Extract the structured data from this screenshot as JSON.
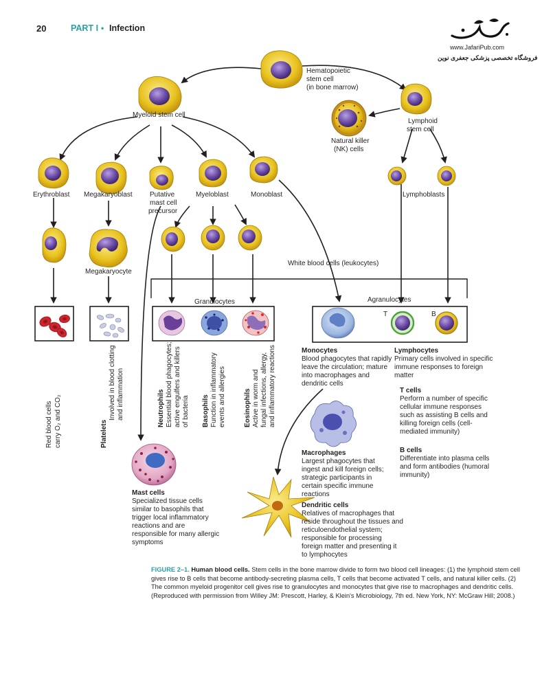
{
  "header": {
    "page_number": "20",
    "part": "PART I",
    "bullet": "•",
    "chapter": "Infection",
    "logo_url": "www.JafariPub.com",
    "logo_tagline": "فروشگاه تخصصی پزشکی جعفری نوین"
  },
  "labels": {
    "hsc_1": "Hematopoietic",
    "hsc_2": "stem cell",
    "hsc_3": "(in bone marrow)",
    "myeloid_stem": "Myeloid stem cell",
    "lymphoid_1": "Lymphoid",
    "lymphoid_2": "stem cell",
    "nk_1": "Natural killer",
    "nk_2": "(NK) cells",
    "erythroblast": "Erythroblast",
    "megakaryoblast": "Megakaryoblast",
    "mast_prec_1": "Putative",
    "mast_prec_2": "mast cell",
    "mast_prec_3": "precursor",
    "myeloblast": "Myeloblast",
    "monoblast": "Monoblast",
    "lymphoblasts": "Lymphoblasts",
    "megakaryocyte": "Megakaryocyte",
    "wbc": "White blood cells (leukocytes)",
    "granulocytes": "Granulocytes",
    "agranulocytes": "Agranulocytes",
    "t_mark": "T",
    "b_mark": "B"
  },
  "vertical": {
    "rbc_1": "Red blood cells",
    "rbc_2": "carry O₂ and CO₂",
    "platelets_title": "Platelets",
    "platelets_1": "Involved in blood clotting",
    "platelets_2": "and inflammation",
    "neutro_title": "Neutrophils",
    "neutro_1": "Essential blood phagocytes;",
    "neutro_2": "active engulfers and killers",
    "neutro_3": "of bacteria",
    "baso_title": "Basophils",
    "baso_1": "Function in inflammatory",
    "baso_2": "events and allergies",
    "eosino_title": "Eosinophils",
    "eosino_1": "Active in worm and",
    "eosino_2": "fungal infections, allergy,",
    "eosino_3": "and inflammatory reactions"
  },
  "descriptions": {
    "monocytes_title": "Monocytes",
    "monocytes_text": "Blood phagocytes that rapidly leave the circulation; mature into macrophages and dendritic cells",
    "lymphocytes_title": "Lymphocytes",
    "lymphocytes_text": "Primary cells involved in specific immune responses to foreign matter",
    "tcells_title": "T cells",
    "tcells_text": "Perform a number of specific cellular immune responses such as assisting B cells and killing foreign cells (cell-mediated immunity)",
    "bcells_title": "B cells",
    "bcells_text": "Differentiate into plasma cells and form antibodies (humoral immunity)",
    "macrophages_title": "Macrophages",
    "macrophages_text": "Largest phagocytes that ingest and kill foreign cells; strategic participants in certain specific immune reactions",
    "dendritic_title": "Dendritic cells",
    "dendritic_text": "Relatives of macrophages that reside throughout the tissues and reticuloendothelial system; responsible for processing foreign matter and presenting it to lymphocytes",
    "mast_title": "Mast cells",
    "mast_text": "Specialized tissue cells similar to basophils that trigger local inflammatory reactions and are responsible for many allergic symptoms"
  },
  "caption": {
    "label": "FIGURE 2–1.",
    "title": "Human blood cells.",
    "text": "Stem cells in the bone marrow divide to form two blood cell lineages: (1) the lymphoid stem cell gives rise to B cells that become antibody-secreting plasma cells, T cells that become activated T cells, and natural killer cells. (2) The common myeloid progenitor cell gives rise to granulocytes and monocytes that give rise to macrophages and dendritic cells. (Reproduced with permission from Willey JM: Prescott, Harley, & Klein's Microbiology, 7th ed. New York, NY: McGraw Hill; 2008.)"
  },
  "colors": {
    "accent_teal": "#2aa0a6",
    "cytoplasm_yellow": "#e8c21e",
    "nucleus_purple": "#6f4ea6",
    "rbc_red": "#c8202c",
    "ink": "#231f20"
  }
}
